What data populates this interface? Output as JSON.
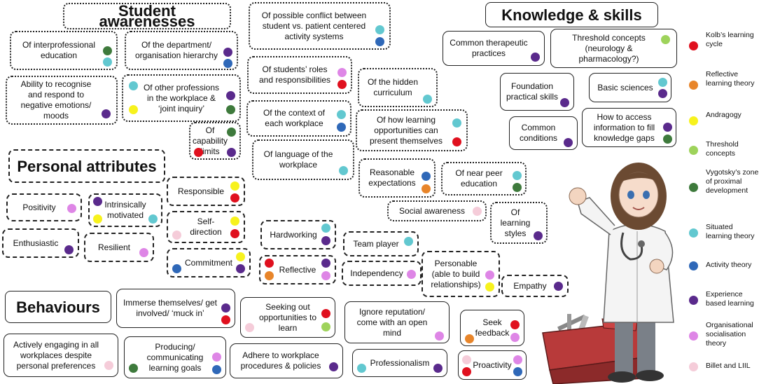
{
  "colors": {
    "red": "#e0101e",
    "orange": "#e8852a",
    "yellow": "#f7f21d",
    "lightgreen": "#9ed35b",
    "darkgreen": "#3e7a3c",
    "cyan": "#62c8d0",
    "blue": "#2f68b8",
    "purple": "#5a2a8c",
    "pink": "#de86e6",
    "lightpink": "#f5ccd9"
  },
  "headers": {
    "student_awareness": "Student awarenesses",
    "knowledge_skills": "Knowledge & skills",
    "personal_attributes": "Personal attributes",
    "behaviours": "Behaviours"
  },
  "awareness": {
    "a1": "Of interprofessional education",
    "a2": "Of the department/ organisation hierarchy",
    "a3": "Ability to recognise and respond to negative emotions/ moods",
    "a4": "Of other professions in the workplace & ‘joint inquiry’",
    "a5": "Of capability limits",
    "a6": "Of possible conflict between student vs. patient centered activity systems",
    "a7": "Of students’ roles and responsibilities",
    "a8": "Of the hidden curriculum",
    "a9": "Of the context of each workplace",
    "a10": "Of how learning opportunities can present themselves",
    "a11": "Of language of the workplace",
    "a12": "Reasonable expectations",
    "a13": "Of near peer education",
    "a14": "Social awareness",
    "a15": "Of learning styles"
  },
  "knowledge": {
    "k1": "Common therapeutic practices",
    "k2": "Threshold concepts (neurology & pharmacology?)",
    "k3": "Foundation practical skills",
    "k4": "Basic sciences",
    "k5": "Common conditions",
    "k6": "How to access information to fill knowledge gaps"
  },
  "attributes": {
    "p1": "Positivity",
    "p2": "Intrinsically motivated",
    "p3": "Responsible",
    "p4": "Enthusiastic",
    "p5": "Resilient",
    "p6": "Self-direction",
    "p7": "Commitment",
    "p8": "Hardworking",
    "p9": "Reflective",
    "p10": "Team player",
    "p11": "Independency",
    "p12": "Personable (able to build relationships)",
    "p13": "Empathy"
  },
  "behaviours": {
    "b1": "Immerse themselves/ get involved/ ‘muck in’",
    "b2": "Seeking out opportunities to learn",
    "b3": "Ignore reputation/ come with an open mind",
    "b4": "Seek feedback",
    "b5": "Actively engaging in all workplaces despite personal preferences",
    "b6": "Producing/ communicating learning goals",
    "b7": "Adhere to workplace procedures & policies",
    "b8": "Professionalism",
    "b9": "Proactivity"
  },
  "legend": [
    {
      "label": "Kolb’s learning cycle",
      "color": "red"
    },
    {
      "label": "Reflective learning theory",
      "color": "orange"
    },
    {
      "label": "Andragogy",
      "color": "yellow"
    },
    {
      "label": "Threshold concepts",
      "color": "lightgreen"
    },
    {
      "label": "Vygotsky’s zone of proximal development",
      "color": "darkgreen"
    },
    {
      "label": "Situated learning theory",
      "color": "cyan"
    },
    {
      "label": "Activity theory",
      "color": "blue"
    },
    {
      "label": "Experience based learning",
      "color": "purple"
    },
    {
      "label": "Organisational socialisation theory",
      "color": "pink"
    },
    {
      "label": "Billet and LIIL",
      "color": "lightpink"
    }
  ]
}
